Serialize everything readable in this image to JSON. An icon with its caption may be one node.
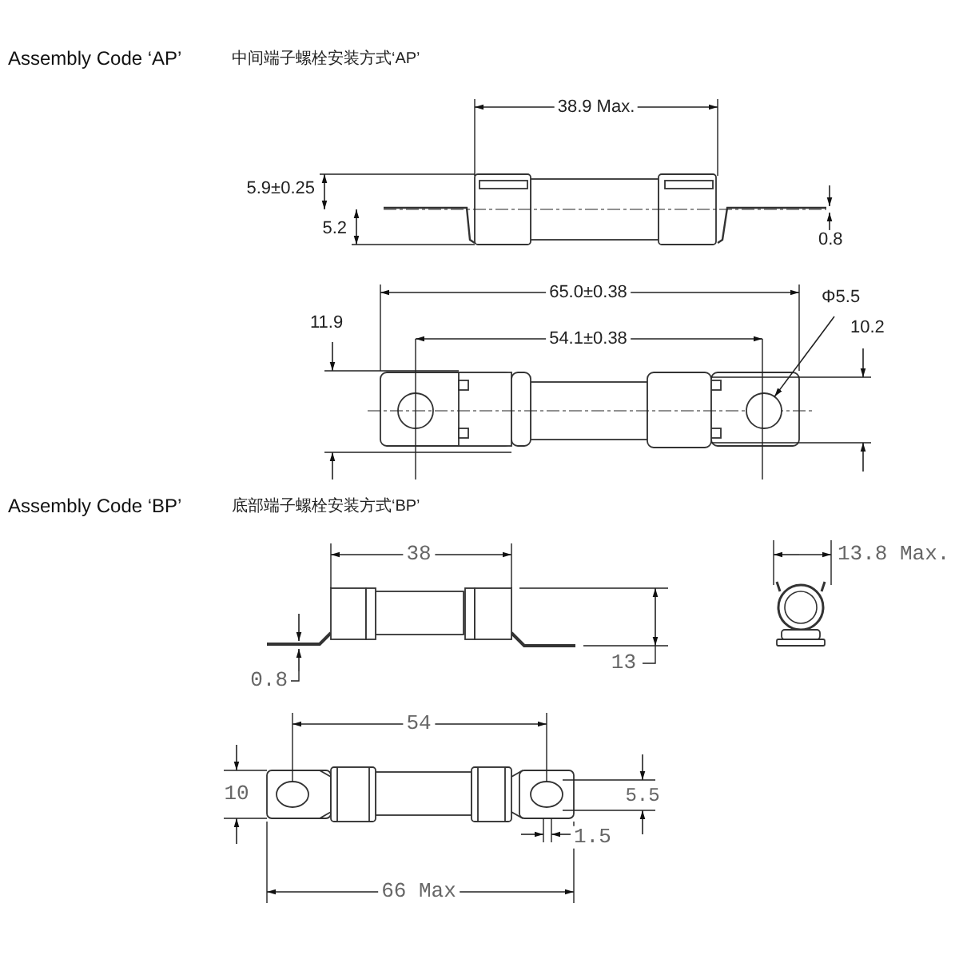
{
  "diagram": {
    "nodes": [
      {
        "text": [
          "Φ5.5"
        ]
      },
      {
        "text": [],
        "shape": "circle"
      }
    ],
    "edges": [
      {
        "from": 0,
        "to": 1,
        "arrow": "to"
      }
    ],
    "labels": [
      "Assembly Code ‘AP’",
      "中间端子螺栓安装方式‘AP’",
      "38.9 Max.",
      "5.9±0.25",
      "5.2",
      "0.8",
      "65.0±0.38",
      "11.9",
      "54.1±0.38",
      "10.2",
      "Assembly Code ‘BP’",
      "底部端子螺栓安装方式‘BP’",
      "38",
      "13.8 Max.",
      "13",
      "0.8",
      "54",
      "10",
      "5.5",
      "1.5",
      "66 Max"
    ]
  }
}
